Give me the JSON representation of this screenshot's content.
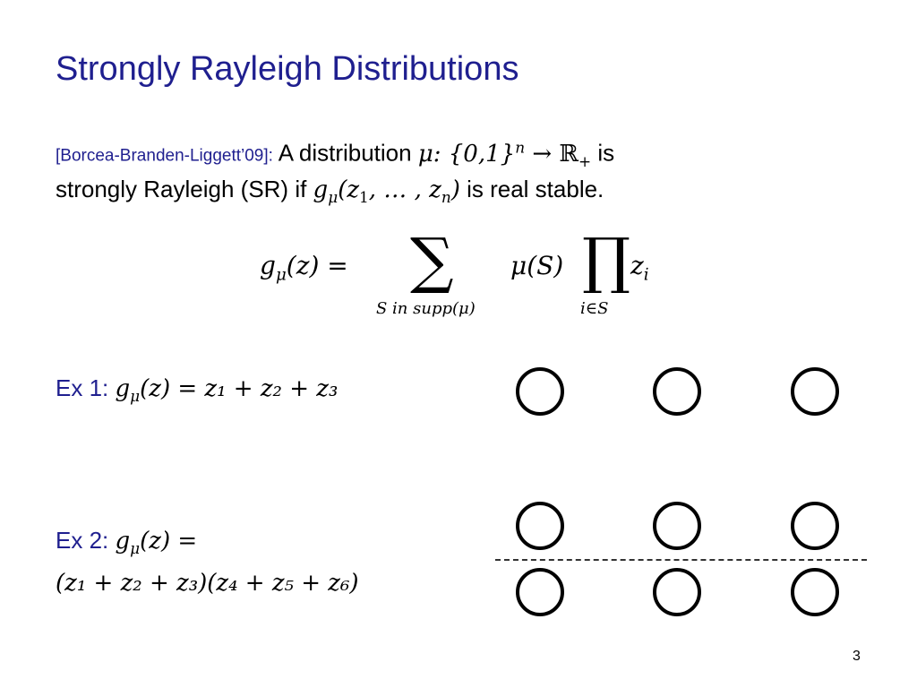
{
  "slide": {
    "title": "Strongly Rayleigh Distributions",
    "citation": "[Borcea-Branden-Liggett’09]:",
    "def_line1_pre": "A distribution",
    "def_line1_math": "μ: {0,1}",
    "def_line1_sup": "n",
    "def_line1_arrow": " → ℝ",
    "def_line1_sub": "+",
    "def_line1_post": " is",
    "def_line2_pre": "strongly Rayleigh (SR) if",
    "def_line2_math": "g",
    "def_line2_math_sub": "μ",
    "def_line2_args": "(z",
    "def_line2_args_sub1": "1",
    "def_line2_args_mid": ", … , z",
    "def_line2_args_subn": "n",
    "def_line2_args_close": ")",
    "def_line2_post": " is real stable.",
    "formula": {
      "lhs": "g",
      "lhs_sub": "μ",
      "lhs_arg": "(z) =",
      "sum_symbol": "∑",
      "sum_index": "S in supp(μ)",
      "term": "μ(S)",
      "prod_symbol": "∏",
      "prod_index": "i∈S",
      "factor": "z",
      "factor_sub": "i"
    },
    "ex1_label": "Ex 1:",
    "ex1_lhs": "g",
    "ex1_lhs_sub": "μ",
    "ex1_rhs": "(z) = z₁ + z₂ + z₃",
    "ex2_label": "Ex 2:",
    "ex2_lhs": "g",
    "ex2_lhs_sub": "μ",
    "ex2_rhs": "(z) =",
    "ex2_line2": "(z₁ + z₂ + z₃)(z₄ + z₅ + z₆)",
    "page_number": "3"
  },
  "colors": {
    "title": "#1f1f8f",
    "citation": "#1f1f8f",
    "example_label": "#1f1f8f",
    "text": "#000000"
  }
}
